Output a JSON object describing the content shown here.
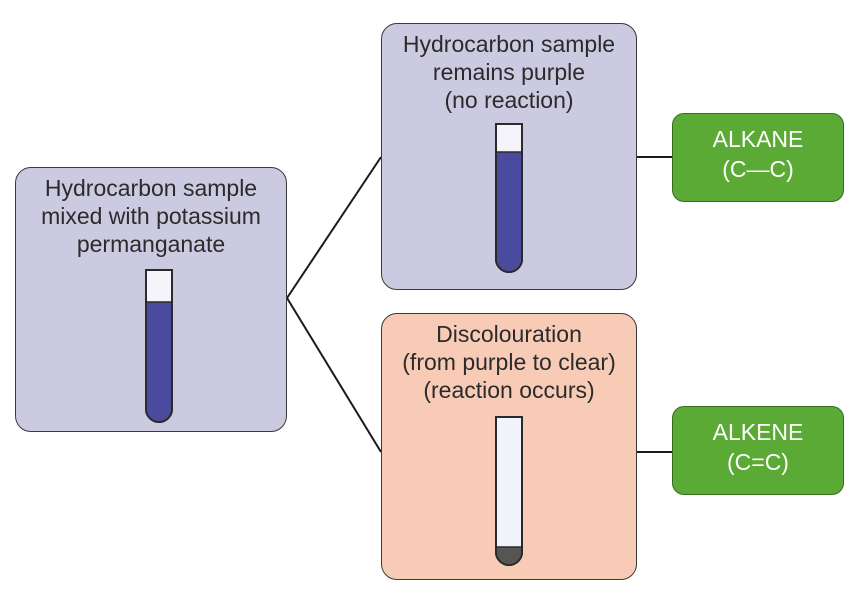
{
  "start": {
    "lines": [
      "Hydrocarbon sample",
      "mixed with potassium",
      "permanganate"
    ]
  },
  "no_reaction": {
    "lines": [
      "Hydrocarbon sample",
      "remains purple",
      "(no reaction)"
    ]
  },
  "reaction": {
    "lines": [
      "Discolouration",
      "(from purple to clear)",
      "(reaction occurs)"
    ]
  },
  "alkane": {
    "name": "ALKANE",
    "bond": "(C—C)"
  },
  "alkene": {
    "name": "ALKENE",
    "bond": "(C=C)"
  },
  "colors": {
    "purple_box": "#cccae1",
    "peach_box": "#f8cbb7",
    "green_box": "#5aaa35",
    "permanganate_liquid": "#4a4a9e"
  }
}
